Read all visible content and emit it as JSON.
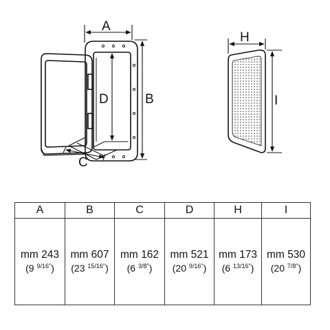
{
  "labels": {
    "A": "A",
    "B": "B",
    "C": "C",
    "D": "D",
    "H": "H",
    "I": "I"
  },
  "table": {
    "headers": [
      "A",
      "B",
      "C",
      "D",
      "H",
      "I"
    ],
    "cells": [
      {
        "mm": "mm 243",
        "whole": "9",
        "fraction": "9/16\""
      },
      {
        "mm": "mm 607",
        "whole": "23",
        "fraction": "15/16\""
      },
      {
        "mm": "mm 162",
        "whole": "6",
        "fraction": "3/8\""
      },
      {
        "mm": "mm 521",
        "whole": "20",
        "fraction": "9/16\""
      },
      {
        "mm": "mm 173",
        "whole": "6",
        "fraction": "13/16\""
      },
      {
        "mm": "mm 530",
        "whole": "20",
        "fraction": "7/8\""
      }
    ]
  }
}
